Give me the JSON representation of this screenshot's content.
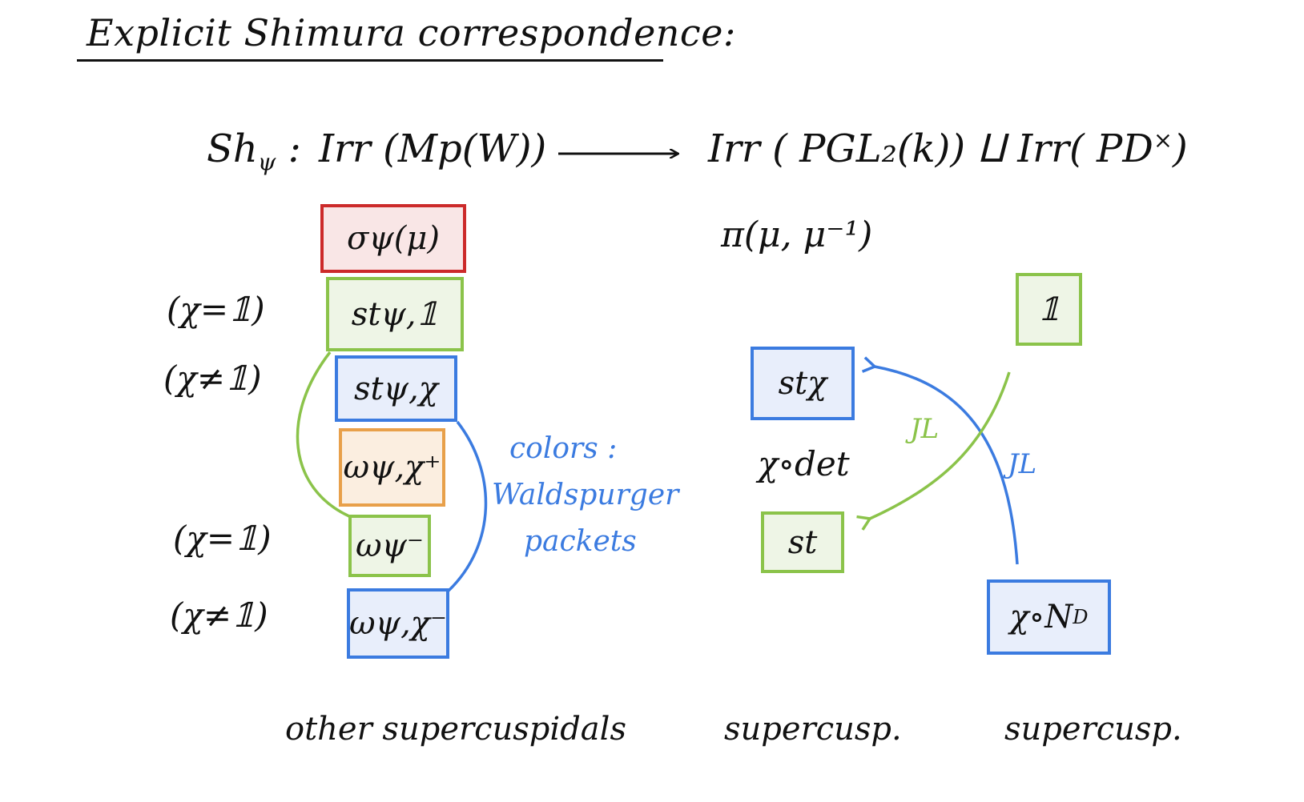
{
  "title": "Explicit Shimura correspondence:",
  "map": {
    "name": "Sh",
    "name_sub": "ψ",
    "colon": ":",
    "domain": "Irr (Mp(W))",
    "codomain": "Irr ( PGL₂(k)) ⨿ Irr( PD",
    "codomain_sup": "×",
    "codomain_end": ")"
  },
  "left_boxes": {
    "sigma": "σψ(μ)",
    "st_1": "stψ,𝟙",
    "st_chi": "stψ,χ",
    "omega_plus": "ωψ,χ⁺",
    "omega_minus": "ωψ⁻",
    "omega_minus_chi": "ωψ,χ⁻"
  },
  "conditions": {
    "c1": "(χ=𝟙)",
    "c2": "(χ≠𝟙)",
    "c3": "(χ=𝟙)",
    "c4": "(χ≠𝟙)"
  },
  "right": {
    "pi": "π(μ, μ⁻¹)",
    "one": "𝟙",
    "st_chi": "stχ",
    "chi_det": "χ∘det",
    "st": "st",
    "chi_nd": "χ∘N",
    "chi_nd_sub": "D",
    "jl_green": "JL",
    "jl_blue": "JL"
  },
  "note": {
    "line1": "colors :",
    "line2": "Waldspurger",
    "line3": "packets"
  },
  "footer": {
    "left": "other supercuspidals",
    "mid": "supercusp.",
    "right": "supercusp."
  },
  "colors": {
    "green": "#8bc34a",
    "blue": "#3b7be0",
    "red": "#cc2a2a",
    "orange": "#e8a04a"
  }
}
